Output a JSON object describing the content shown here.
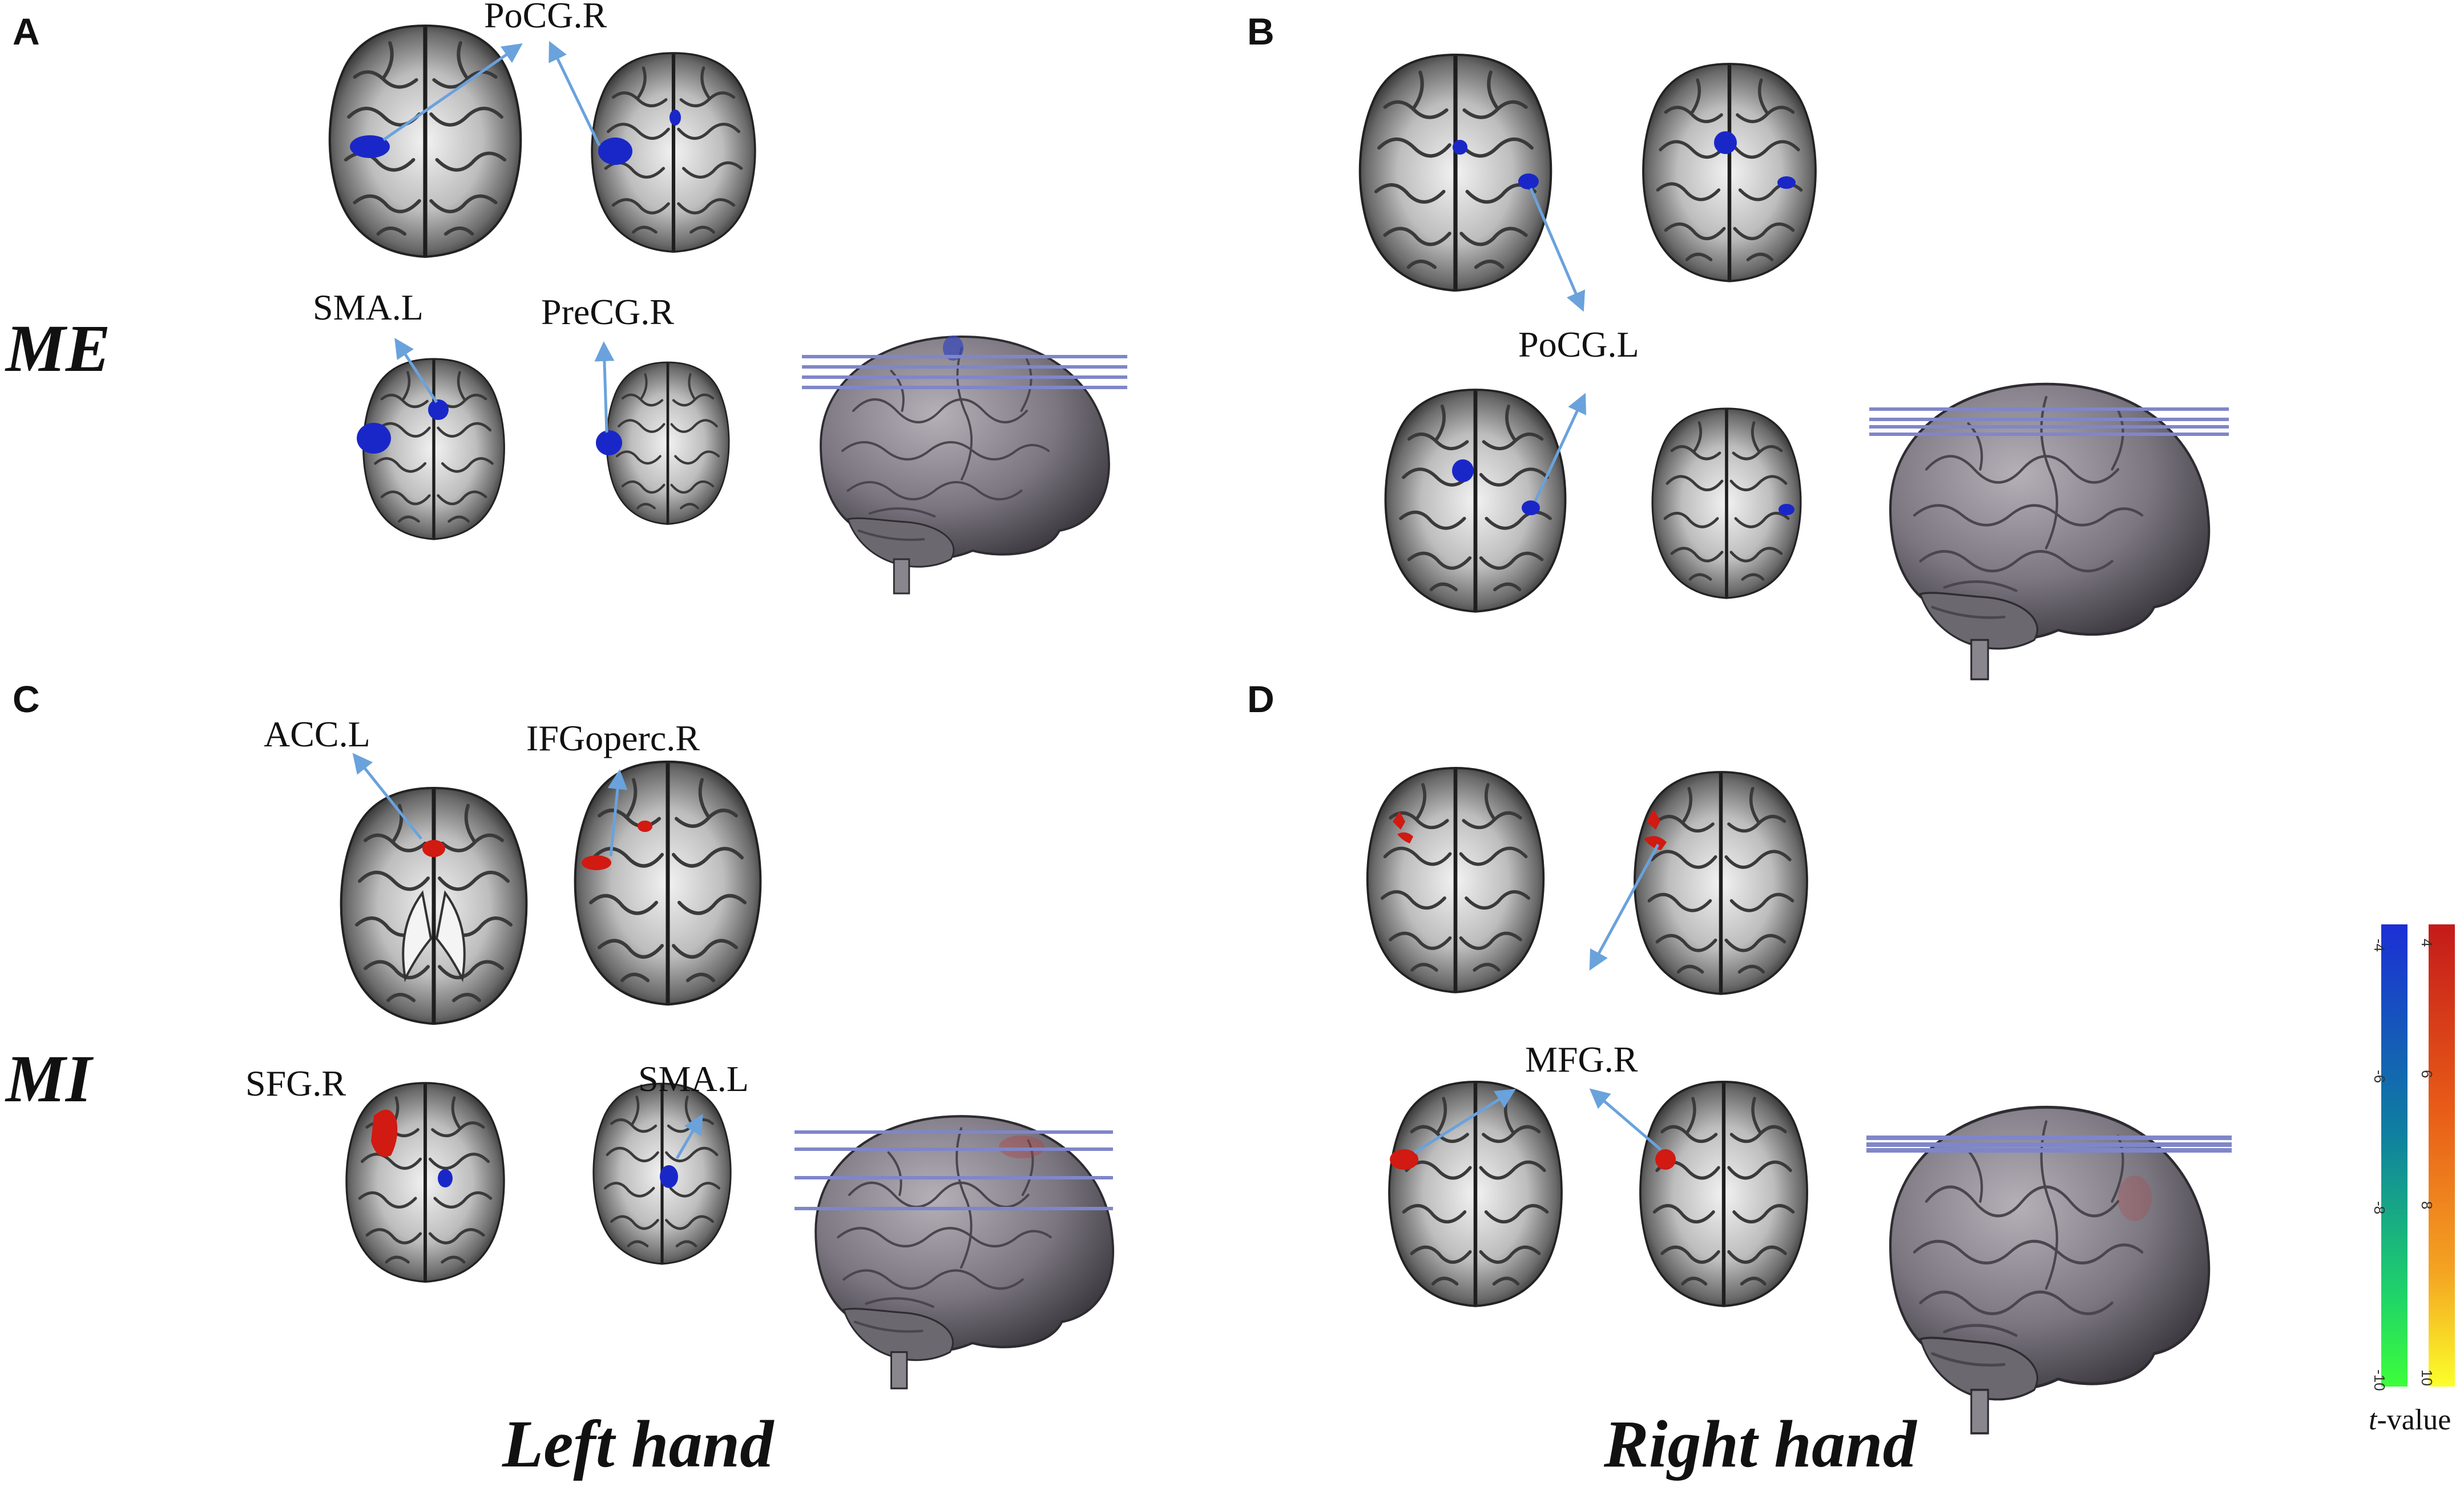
{
  "panels": {
    "a": "A",
    "b": "B",
    "c": "C",
    "d": "D"
  },
  "row_labels": {
    "me": "ME",
    "mi": "MI"
  },
  "column_labels": {
    "left": "Left hand",
    "right": "Right hand"
  },
  "regions": {
    "a_pocg_r": "PoCG.R",
    "a_sma_l": "SMA.L",
    "a_precg_r": "PreCG.R",
    "b_pocg_l": "PoCG.L",
    "c_acc_l": "ACC.L",
    "c_ifgoperc_r": "IFGoperc.R",
    "c_sfg_r": "SFG.R",
    "c_sma_l": "SMA.L",
    "d_mfg_r": "MFG.R"
  },
  "colorbar": {
    "title_italic": "t",
    "title_rest": "-value",
    "neg_ticks": [
      "-4",
      "-6",
      "-8",
      "-10"
    ],
    "pos_ticks": [
      "4",
      "6",
      "8",
      "10"
    ],
    "neg_colors": [
      "#1c2fd6",
      "#0f7fa0",
      "#1fd36a",
      "#3dff3a"
    ],
    "pos_colors": [
      "#c41a1a",
      "#e85c18",
      "#f4a322",
      "#fbff2a"
    ]
  },
  "colors": {
    "arrow": "#6aa2dc",
    "negative_blob": "#1a27c8",
    "positive_blob": "#d01a12",
    "slice_line": "#7f86c9"
  }
}
